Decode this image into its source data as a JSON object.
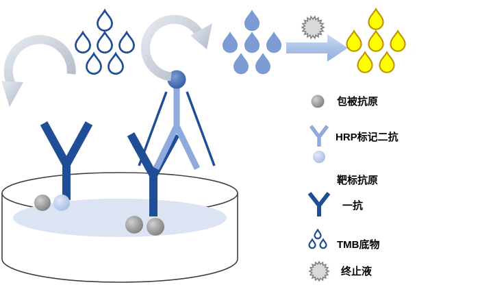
{
  "legend": {
    "items": [
      {
        "id": "coating-antigen",
        "label": "包被抗原"
      },
      {
        "id": "hrp-secondary-antibody",
        "label": "HRP标记二抗"
      },
      {
        "id": "target-antigen",
        "label": "靶标抗原"
      },
      {
        "id": "primary-antibody",
        "label": "一抗"
      },
      {
        "id": "tmb-substrate",
        "label": "TMB底物"
      },
      {
        "id": "stop-solution",
        "label": "终止液"
      }
    ]
  },
  "colors": {
    "dark_blue": "#1F4E96",
    "medium_blue": "#7C9BD4",
    "light_blue": "#8FAADC",
    "pale_blue": "#B4C7E7",
    "liquid_blue": "#DCE3F3",
    "sphere_gray": "#8C8C8C",
    "arrow_silver": "#C2CAD6",
    "arrow_blue": "#A8C0E8",
    "starburst_gray": "#D9D9D9",
    "starburst_stroke": "#808080",
    "yellow": "#FFFF00",
    "yellow_dark": "#BF9000",
    "dish_stroke": "#3F3F3F",
    "text": "#000000"
  }
}
